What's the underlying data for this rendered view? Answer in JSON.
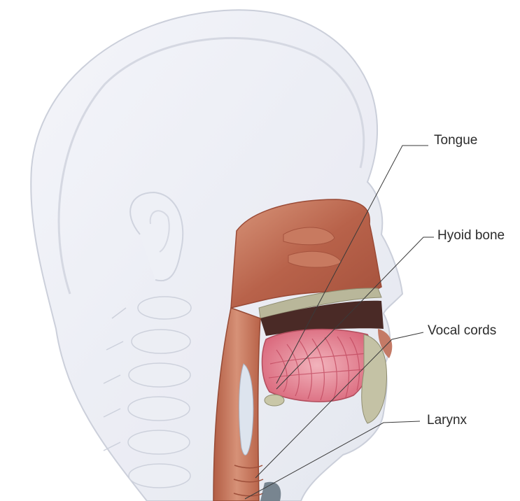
{
  "labels": {
    "tongue": "Tongue",
    "hyoid_bone": "Hyoid bone",
    "vocal_cords": "Vocal cords",
    "larynx": "Larynx"
  }
}
